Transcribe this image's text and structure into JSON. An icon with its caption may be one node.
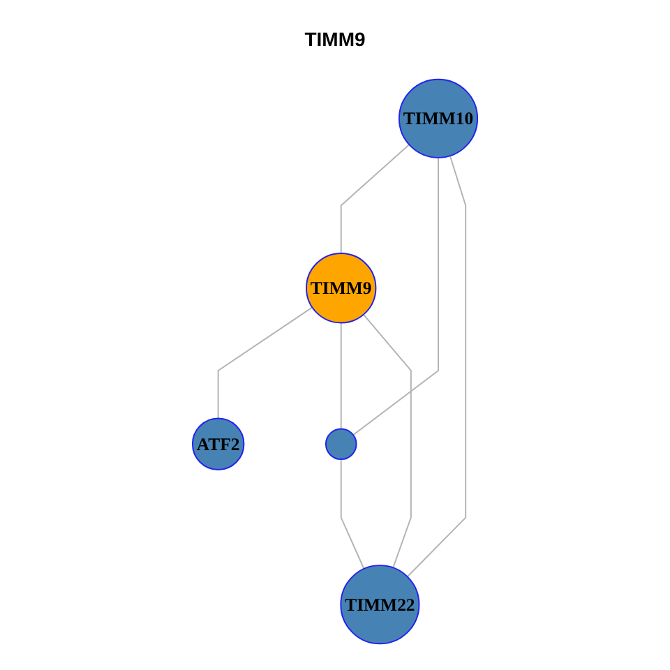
{
  "diagram": {
    "title": "TIMM9",
    "nodes": [
      {
        "text": [
          "TIMM10"
        ]
      },
      {
        "text": [
          "ATF2"
        ]
      },
      {
        "text": [
          "TIMM9"
        ]
      },
      {
        "text": [],
        "shape": "circle"
      },
      {
        "text": [
          "TIMM22"
        ]
      }
    ],
    "edges": [
      {
        "from": 0,
        "to": 2,
        "arrow": "none"
      },
      {
        "from": 0,
        "to": 3,
        "arrow": "none"
      },
      {
        "from": 0,
        "to": 4,
        "arrow": "none"
      },
      {
        "from": 2,
        "to": 1,
        "arrow": "none"
      },
      {
        "from": 2,
        "to": 3,
        "arrow": "none"
      },
      {
        "from": 2,
        "to": 4,
        "arrow": "none"
      },
      {
        "from": 3,
        "to": 4,
        "arrow": "none"
      }
    ]
  }
}
